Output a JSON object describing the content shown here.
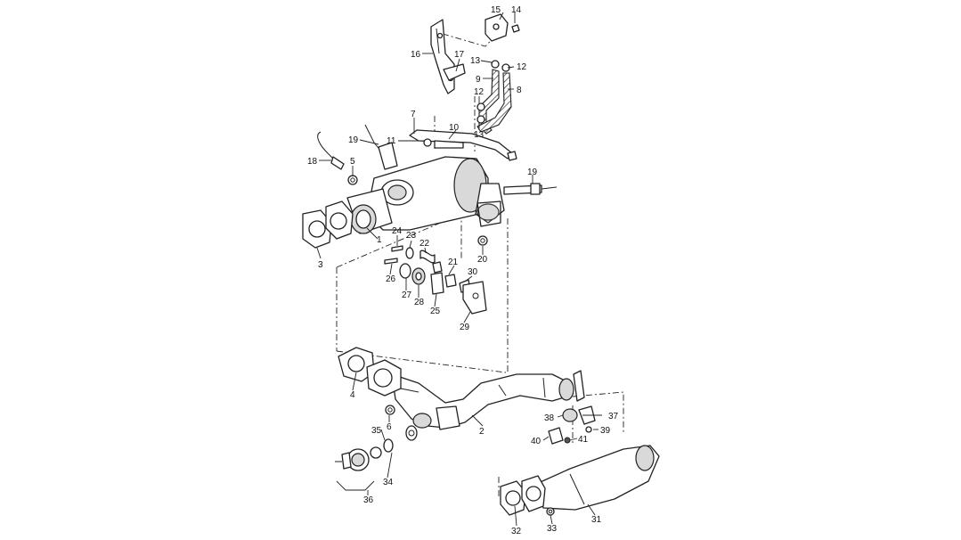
{
  "diagram": {
    "type": "exploded-parts-diagram",
    "labels": [
      {
        "id": "p1",
        "text": "1"
      },
      {
        "id": "p2",
        "text": "2"
      },
      {
        "id": "p3",
        "text": "3"
      },
      {
        "id": "p4",
        "text": "4"
      },
      {
        "id": "p5",
        "text": "5"
      },
      {
        "id": "p6",
        "text": "6"
      },
      {
        "id": "p7",
        "text": "7"
      },
      {
        "id": "p8",
        "text": "8"
      },
      {
        "id": "p9",
        "text": "9"
      },
      {
        "id": "p10",
        "text": "10"
      },
      {
        "id": "p11",
        "text": "11"
      },
      {
        "id": "p12a",
        "text": "12"
      },
      {
        "id": "p12b",
        "text": "12"
      },
      {
        "id": "p13a",
        "text": "13"
      },
      {
        "id": "p13b",
        "text": "13"
      },
      {
        "id": "p14",
        "text": "14"
      },
      {
        "id": "p15",
        "text": "15"
      },
      {
        "id": "p16",
        "text": "16"
      },
      {
        "id": "p17",
        "text": "17"
      },
      {
        "id": "p18",
        "text": "18"
      },
      {
        "id": "p19a",
        "text": "19"
      },
      {
        "id": "p19b",
        "text": "19"
      },
      {
        "id": "p20",
        "text": "20"
      },
      {
        "id": "p21",
        "text": "21"
      },
      {
        "id": "p22",
        "text": "22"
      },
      {
        "id": "p23",
        "text": "23"
      },
      {
        "id": "p24",
        "text": "24"
      },
      {
        "id": "p25",
        "text": "25"
      },
      {
        "id": "p26",
        "text": "26"
      },
      {
        "id": "p27",
        "text": "27"
      },
      {
        "id": "p28",
        "text": "28"
      },
      {
        "id": "p29",
        "text": "29"
      },
      {
        "id": "p30",
        "text": "30"
      },
      {
        "id": "p31",
        "text": "31"
      },
      {
        "id": "p32",
        "text": "32"
      },
      {
        "id": "p33",
        "text": "33"
      },
      {
        "id": "p34",
        "text": "34"
      },
      {
        "id": "p35",
        "text": "35"
      },
      {
        "id": "p36",
        "text": "36"
      },
      {
        "id": "p37",
        "text": "37"
      },
      {
        "id": "p38",
        "text": "38"
      },
      {
        "id": "p39",
        "text": "39"
      },
      {
        "id": "p40",
        "text": "40"
      },
      {
        "id": "p41",
        "text": "41"
      }
    ]
  }
}
